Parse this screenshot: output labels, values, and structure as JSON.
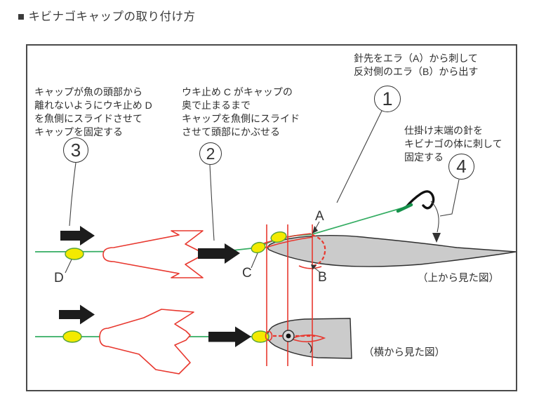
{
  "title": "■ キビナゴキャップの取り付け方",
  "steps": [
    {
      "number": "1",
      "lines": [
        "針先をエラ（A）から刺して",
        "反対側のエラ（B）から出す"
      ]
    },
    {
      "number": "2",
      "lines": [
        "ウキ止め C がキャップの",
        "奥で止まるまで",
        "キャップを魚側にスライド",
        "させて頭部にかぶせる"
      ]
    },
    {
      "number": "3",
      "lines": [
        "キャップが魚の頭部から",
        "離れないようにウキ止め D",
        "を魚側にスライドさせて",
        "キャップを固定する"
      ]
    },
    {
      "number": "4",
      "lines": [
        "仕掛け末端の針を",
        "キビナゴの体に刺して",
        "固定する"
      ]
    }
  ],
  "labels": {
    "a": "A",
    "b": "B",
    "c": "C",
    "d": "D"
  },
  "captions": {
    "top_view": "（上から見た図）",
    "side_view": "（横から見た図）"
  },
  "colors": {
    "ink": "#333333",
    "box_border": "#4a4a4a",
    "red": "#e8382f",
    "green": "#35ad63",
    "green_dark": "#16914b",
    "yellow": "#f3ea00",
    "yellow_stroke": "#55a23a",
    "fish_gray": "#cbcbcb",
    "arrow_black": "#1c1c1c"
  }
}
